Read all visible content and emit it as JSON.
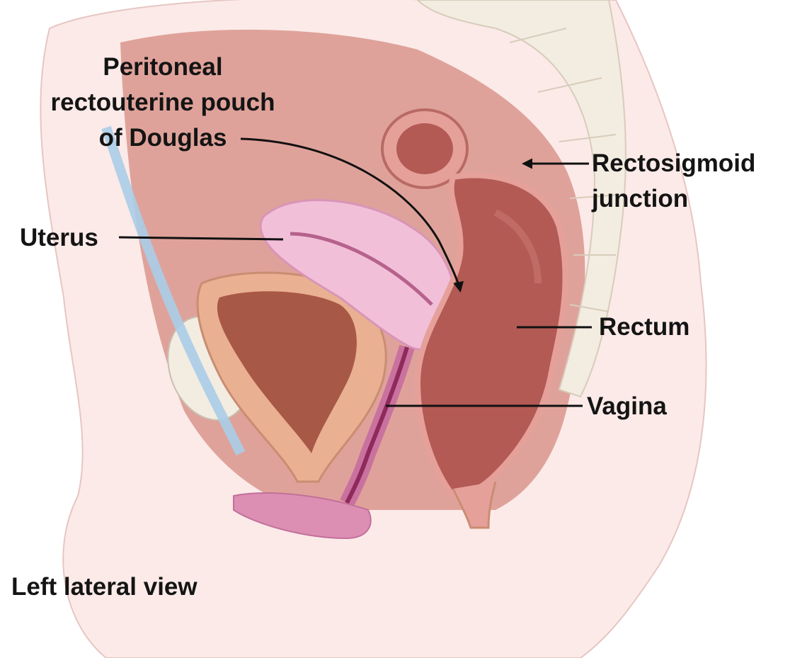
{
  "labels": {
    "pouch": [
      "Peritoneal",
      "rectouterine pouch",
      "of Douglas"
    ],
    "rectosigmoid": [
      "Rectosigmoid",
      "junction"
    ],
    "uterus": "Uterus",
    "rectum": "Rectum",
    "vagina": "Vagina",
    "view": "Left lateral view"
  },
  "colors": {
    "skin": "#fbeae8",
    "tissue": "#d9958c",
    "uterus": "#f2bfd8",
    "rectum": "#b35a55",
    "bladder_wall": "#e9b092",
    "bladder_lumen": "#a85846",
    "bone": "#f3ece1",
    "vessel": "#aacde8",
    "leader": "#111111"
  }
}
